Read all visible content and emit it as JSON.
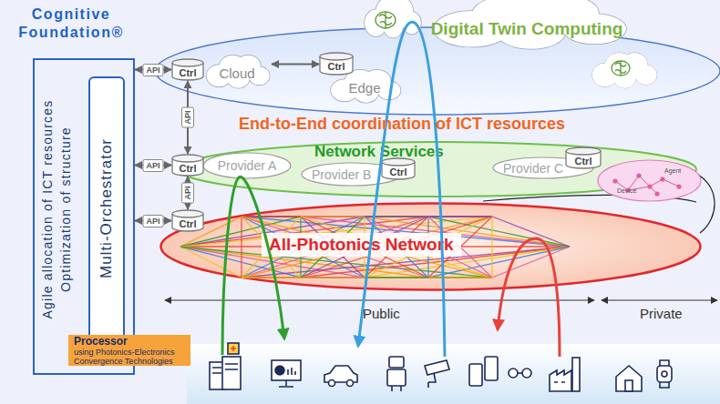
{
  "diagram": {
    "nodes": [
      {
        "text": [
          "Cognitive Foundation®",
          "Agile allocation of ICT resources Optimization of structure"
        ]
      },
      {
        "text": [
          "Multi-Orchestrator"
        ],
        "in": 0
      },
      {
        "text": [
          "Ctrl"
        ]
      },
      {
        "text": [
          "Cloud"
        ]
      },
      {
        "text": [
          "Ctrl"
        ]
      },
      {
        "text": [
          "Edge"
        ]
      },
      {
        "text": [
          "Digital Twin Computing"
        ]
      },
      {
        "text": [
          "Network Services"
        ]
      },
      {
        "text": [
          "Ctrl"
        ]
      },
      {
        "text": [
          "Provider A"
        ],
        "in": 7
      },
      {
        "text": [
          "Provider B"
        ],
        "in": 7
      },
      {
        "text": [
          "Ctrl"
        ],
        "in": 10
      },
      {
        "text": [
          "Provider C"
        ],
        "in": 7
      },
      {
        "text": [
          "Ctrl"
        ],
        "in": 12
      },
      {
        "text": [
          "All-Photonics Network"
        ]
      },
      {
        "text": [
          "Ctrl"
        ]
      },
      {
        "text": [
          "Device",
          "Agent"
        ]
      },
      {
        "text": [
          "Processor",
          "using Photonics-Electronics Convergence Technologies"
        ]
      }
    ],
    "edges": [
      {
        "from": 0,
        "to": 2,
        "label": "API",
        "arrow": "both"
      },
      {
        "from": 0,
        "to": 8,
        "label": "API",
        "arrow": "both"
      },
      {
        "from": 0,
        "to": 15,
        "label": "API",
        "arrow": "both"
      },
      {
        "from": 2,
        "to": 8,
        "label": "API",
        "arrow": "both"
      },
      {
        "from": 8,
        "to": 15,
        "label": "API",
        "arrow": "both"
      },
      {
        "from": 3,
        "to": 4,
        "arrow": "both"
      }
    ],
    "labels": [
      "End-to-End coordination of ICT resources",
      "Public",
      "Private"
    ]
  }
}
